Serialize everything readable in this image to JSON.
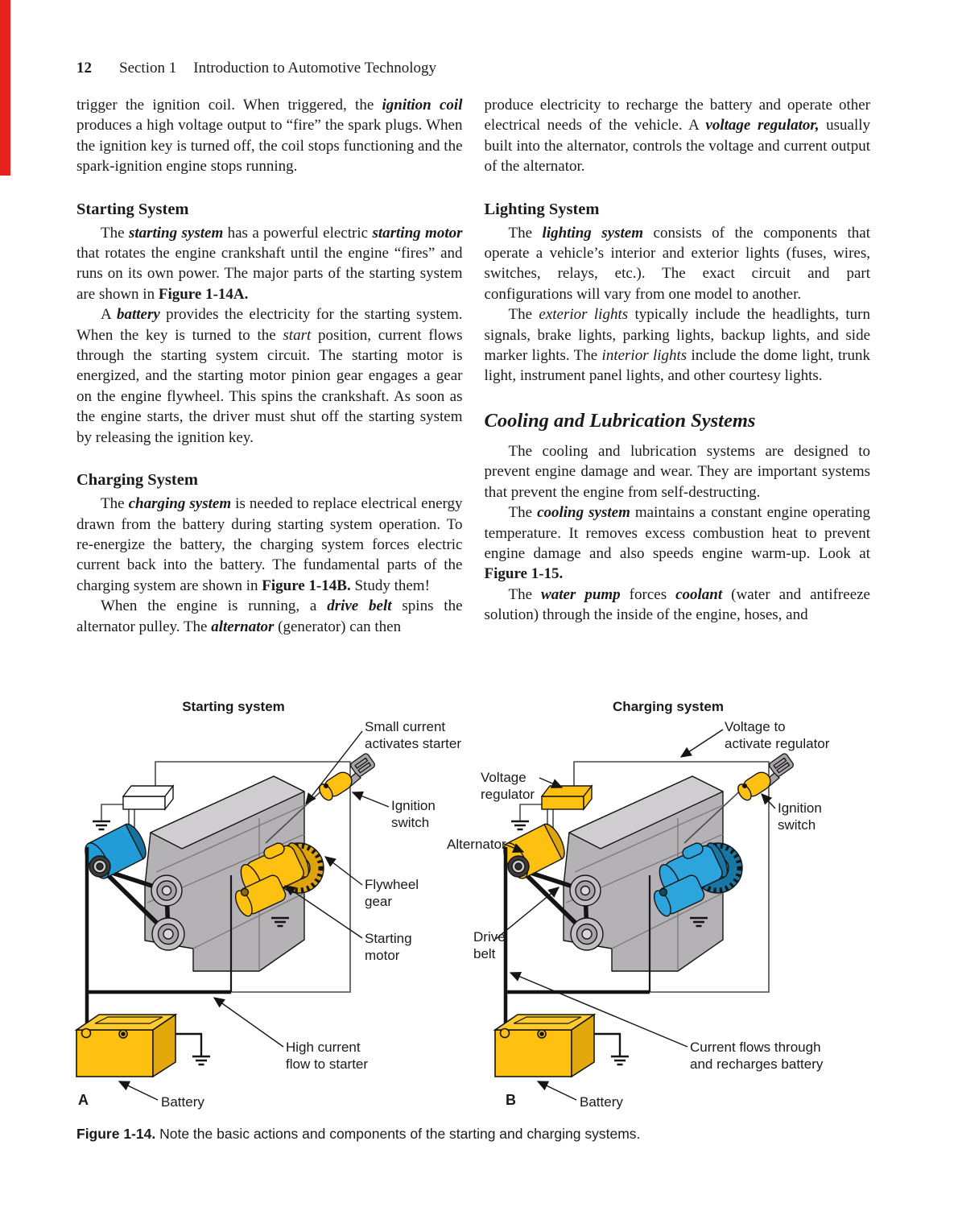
{
  "header": {
    "page_number": "12",
    "section": "Section 1",
    "title": "Introduction to Automotive Technology"
  },
  "colors": {
    "edge_tab_red": "#E8231D",
    "component_gold": "#FEC011",
    "component_blue": "#219CD6",
    "engine_gray": "#B4B2B5",
    "text": "#1b1b1b"
  },
  "columns": {
    "left": {
      "p1": [
        {
          "t": "trigger the ignition coil. When triggered, the "
        },
        {
          "t": "ignition coil",
          "s": "bi"
        },
        {
          "t": " produces a high voltage output to “fire” the spark plugs. When the ignition key is turned off, the coil stops functioning and the spark-ignition engine stops running."
        }
      ],
      "h_starting": "Starting System",
      "p2": [
        {
          "t": "The "
        },
        {
          "t": "starting system",
          "s": "bi"
        },
        {
          "t": " has a powerful electric "
        },
        {
          "t": "starting motor",
          "s": "bi"
        },
        {
          "t": " that rotates the engine crankshaft until the engine “fires” and runs on its own power. The major parts of the starting system are shown in "
        },
        {
          "t": "Figure 1-14A.",
          "s": "b"
        }
      ],
      "p3": [
        {
          "t": "A "
        },
        {
          "t": "battery",
          "s": "bi"
        },
        {
          "t": " provides the electricity for the starting system. When the key is turned to the "
        },
        {
          "t": "start",
          "s": "i"
        },
        {
          "t": " position, current flows through the starting system circuit. The starting motor is energized, and the starting motor pinion gear engages a gear on the engine flywheel. This spins the crankshaft. As soon as the engine starts, the driver must shut off the starting system by releasing the ignition key."
        }
      ],
      "h_charging": "Charging System",
      "p4": [
        {
          "t": "The "
        },
        {
          "t": "charging system",
          "s": "bi"
        },
        {
          "t": " is needed to replace electrical energy drawn from the battery during starting system operation. To re-energize the battery, the charging system forces electric current back into the battery. The fundamental parts of the charging system are shown in "
        },
        {
          "t": "Figure 1-14B.",
          "s": "b"
        },
        {
          "t": " Study them!"
        }
      ],
      "p5": [
        {
          "t": "When the engine is running, a "
        },
        {
          "t": "drive belt",
          "s": "bi"
        },
        {
          "t": " spins the alternator pulley. The "
        },
        {
          "t": "alternator",
          "s": "bi"
        },
        {
          "t": " (generator) can then"
        }
      ]
    },
    "right": {
      "p1": [
        {
          "t": "produce electricity to recharge the battery and operate other electrical needs of the vehicle. A "
        },
        {
          "t": "voltage regulator,",
          "s": "bi"
        },
        {
          "t": " usually built into the alternator, controls the voltage and current output of the alternator."
        }
      ],
      "h_lighting": "Lighting System",
      "p2": [
        {
          "t": "The "
        },
        {
          "t": "lighting system",
          "s": "bi"
        },
        {
          "t": " consists of the components that operate a vehicle’s interior and exterior lights (fuses, wires, switches, relays, etc.). The exact circuit and part configurations will vary from one model to another."
        }
      ],
      "p3": [
        {
          "t": "The "
        },
        {
          "t": "exterior lights",
          "s": "i"
        },
        {
          "t": " typically include the headlights, turn signals, brake lights, parking lights, backup lights, and side marker lights. The "
        },
        {
          "t": "interior lights",
          "s": "i"
        },
        {
          "t": " include the dome light, trunk light, instrument panel lights, and other courtesy lights."
        }
      ],
      "h_cooling": "Cooling and Lubrication Systems",
      "p4": [
        {
          "t": "The cooling and lubrication systems are designed to prevent engine damage and wear. They are important systems that prevent the engine from self-destructing."
        }
      ],
      "p5": [
        {
          "t": "The "
        },
        {
          "t": "cooling system",
          "s": "bi"
        },
        {
          "t": " maintains a constant engine operating temperature. It removes excess combustion heat to prevent engine damage and also speeds engine warm-up. Look at "
        },
        {
          "t": "Figure 1-15.",
          "s": "b"
        }
      ],
      "p6": [
        {
          "t": "The "
        },
        {
          "t": "water pump",
          "s": "bi"
        },
        {
          "t": " forces "
        },
        {
          "t": "coolant",
          "s": "bi"
        },
        {
          "t": " (water and antifreeze solution) through the inside of the engine, hoses, and"
        }
      ]
    }
  },
  "figure": {
    "panel_a": {
      "title": "Starting system",
      "letter": "A",
      "labels": {
        "small_current": "Small current\nactivates starter",
        "ignition": "Ignition\nswitch",
        "flywheel": "Flywheel\ngear",
        "motor": "Starting\nmotor",
        "high_current": "High current\nflow to starter",
        "battery": "Battery"
      }
    },
    "panel_b": {
      "title": "Charging system",
      "letter": "B",
      "labels": {
        "voltage_to": "Voltage to\nactivate regulator",
        "regulator": "Voltage\nregulator",
        "ignition": "Ignition\nswitch",
        "alternator": "Alternator",
        "drive_belt": "Drive\nbelt",
        "current": "Current flows through\nand recharges battery",
        "battery": "Battery"
      }
    },
    "caption": {
      "lead": "Figure 1-14.",
      "text": " Note the basic actions and components of the starting and charging systems."
    }
  }
}
